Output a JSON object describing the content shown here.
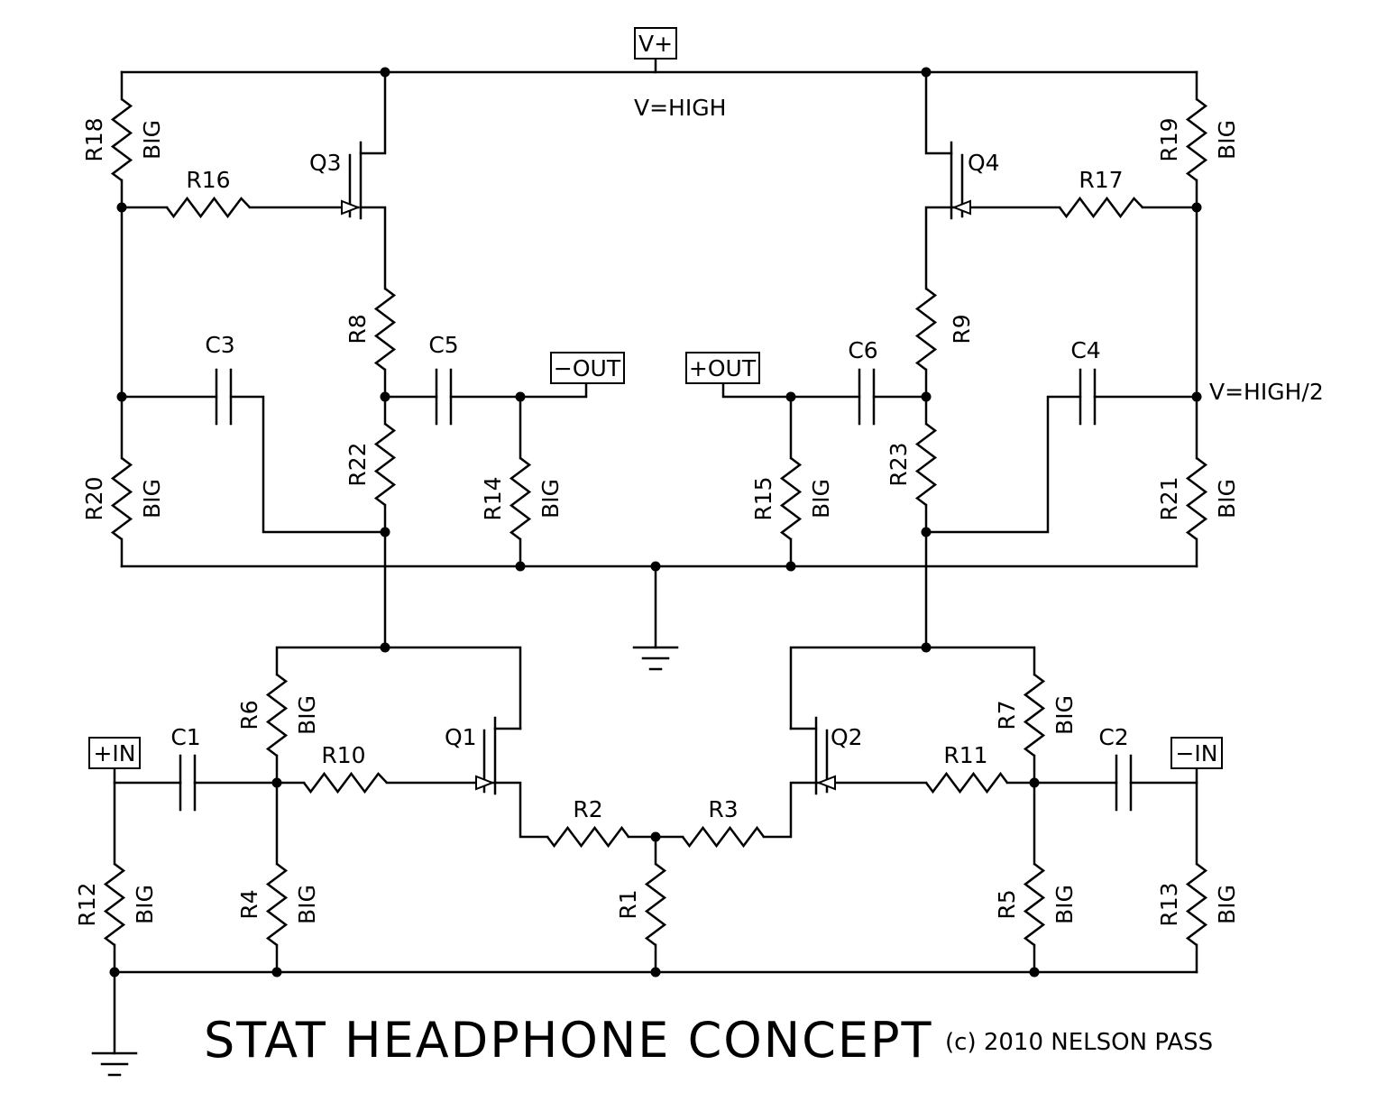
{
  "title": "STAT HEADPHONE CONCEPT",
  "copyright": "(c) 2010 NELSON PASS",
  "supply": {
    "terminal": "V+",
    "rail_note": "V=HIGH",
    "mid_note": "V=HIGH/2"
  },
  "terminals": {
    "plus_in": "+IN",
    "minus_in": "−IN",
    "plus_out": "+OUT",
    "minus_out": "−OUT"
  },
  "resistors": {
    "R1": "R1",
    "R2": "R2",
    "R3": "R3",
    "R4": "R4",
    "R5": "R5",
    "R6": "R6",
    "R7": "R7",
    "R8": "R8",
    "R9": "R9",
    "R10": "R10",
    "R11": "R11",
    "R12": "R12",
    "R13": "R13",
    "R14": "R14",
    "R15": "R15",
    "R16": "R16",
    "R17": "R17",
    "R18": "R18",
    "R19": "R19",
    "R20": "R20",
    "R21": "R21",
    "R22": "R22",
    "R23": "R23"
  },
  "values": {
    "big": "BIG"
  },
  "capacitors": {
    "C1": "C1",
    "C2": "C2",
    "C3": "C3",
    "C4": "C4",
    "C5": "C5",
    "C6": "C6"
  },
  "transistors": {
    "Q1": "Q1",
    "Q2": "Q2",
    "Q3": "Q3",
    "Q4": "Q4"
  }
}
